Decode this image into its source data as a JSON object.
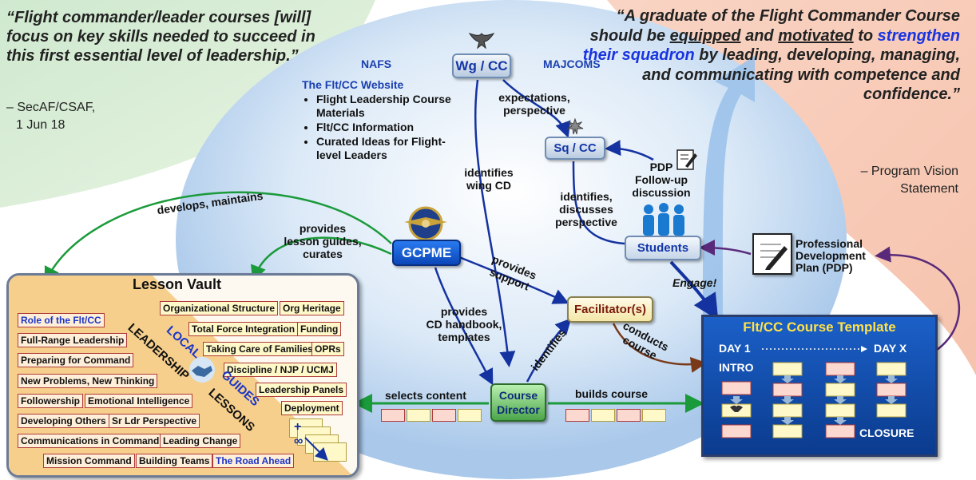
{
  "quote_left": {
    "text": "“Flight commander/leader courses [will] focus on key skills needed to succeed in this first essential level of leadership.”",
    "attribution_line1": "– SecAF/CSAF,",
    "attribution_line2": "1 Jun 18"
  },
  "quote_right": {
    "part1": "“A graduate of the Flight Commander Course should be ",
    "equipped": "equipped",
    "and": " and ",
    "motivated": "motivated",
    "to": " to ",
    "strengthen": "strengthen their squadron",
    "part2": " by leading, developing, managing, and communicating with competence and confidence.”",
    "attribution_line1": "– Program Vision",
    "attribution_line2": "Statement"
  },
  "nodes": {
    "wgcc": "Wg / CC",
    "sqcc": "Sq / CC",
    "gcpme": "GCPME",
    "students": "Students",
    "facilitators": "Facilitator(s)",
    "course_director_1": "Course",
    "course_director_2": "Director",
    "nafs": "NAFS",
    "majcoms": "MAJCOMS"
  },
  "website": {
    "title": "The Flt/CC Website",
    "items": [
      "Flight Leadership Course Materials",
      "Flt/CC Information",
      "Curated Ideas for Flight-level Leaders"
    ]
  },
  "labels": {
    "expectations": "expectations,",
    "perspective": "perspective",
    "identifies_wing_cd_1": "identifies",
    "identifies_wing_cd_2": "wing CD",
    "pdp_followup_1": "PDP",
    "pdp_followup_2": "Follow-up",
    "pdp_followup_3": "discussion",
    "identifies_discusses_1": "identifies,",
    "identifies_discusses_2": "discusses",
    "identifies_discusses_3": "perspective",
    "develops_maintains": "develops, maintains",
    "provides_lesson_1": "provides",
    "provides_lesson_2": "lesson guides,",
    "provides_lesson_3": "curates",
    "provides_support_1": "provides",
    "provides_support_2": "support",
    "provides_cd_1": "provides",
    "provides_cd_2": "CD handbook,",
    "provides_cd_3": "templates",
    "identifies": "identifies",
    "conducts_1": "conducts",
    "conducts_2": "course",
    "engage": "Engage!",
    "selects_content": "selects content",
    "builds_course": "builds course"
  },
  "pdp": {
    "line1": "Professional",
    "line2": "Development",
    "line3": "Plan (PDP)"
  },
  "vault": {
    "title": "Lesson Vault",
    "diag_leadership": "LEADERSHIP",
    "diag_lessons": "LESSONS",
    "diag_local": "LOCAL",
    "diag_guides": "GUIDES",
    "left_lessons": [
      "Role of the Flt/CC",
      "Full-Range Leadership",
      "Preparing for Command",
      "New Problems, New Thinking",
      "Followership",
      "Emotional Intelligence",
      "Developing Others",
      "Sr Ldr Perspective",
      "Communications in Command",
      "Leading Change",
      "Mission Command",
      "Building Teams",
      "The Road Ahead"
    ],
    "right_lessons": [
      "Organizational Structure",
      "Org Heritage",
      "Total Force Integration",
      "Funding",
      "Taking Care of Families",
      "OPRs",
      "Discipline / NJP / UCMJ",
      "Leadership Panels",
      "Deployment"
    ],
    "plus_infinity": "+ ∞"
  },
  "template": {
    "title": "Flt/CC Course Template",
    "day1": "DAY 1",
    "dayx": "DAY X",
    "intro": "INTRO",
    "closure": "CLOSURE"
  },
  "colors": {
    "green_arrow": "#1a9a3a",
    "navy_arrow": "#1432a0",
    "brown_arrow": "#7a3a1a",
    "purple_arrow": "#5a2a7a",
    "template_blue": "#0f4fb0",
    "lesson_border": "#b03b3b"
  }
}
